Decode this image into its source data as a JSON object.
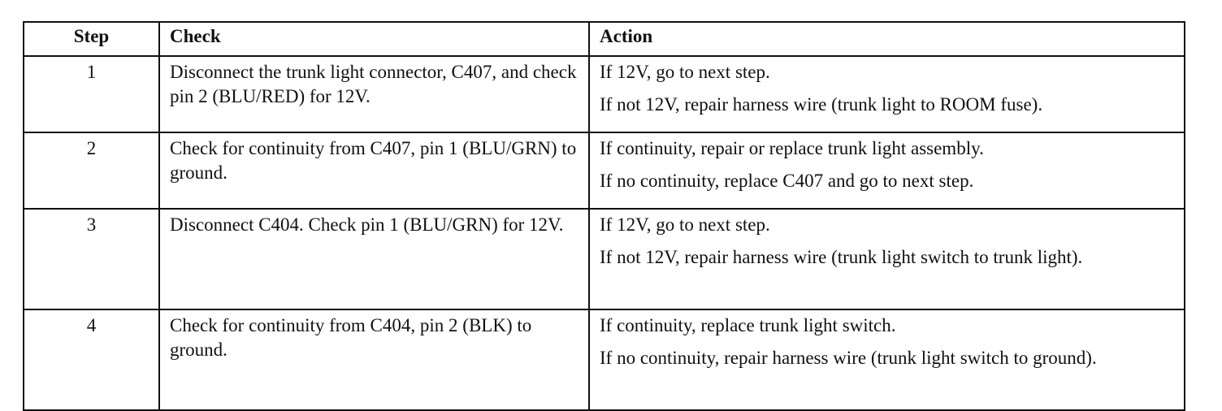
{
  "table": {
    "headers": {
      "step": "Step",
      "check": "Check",
      "action": "Action"
    },
    "rows": [
      {
        "step": "1",
        "check": "Disconnect the trunk light connector, C407, and check pin 2 (BLU/RED) for 12V.",
        "actions": [
          "If 12V, go to next step.",
          "If not 12V, repair harness wire (trunk light to ROOM fuse)."
        ]
      },
      {
        "step": "2",
        "check": "Check for continuity from C407, pin 1 (BLU/GRN) to ground.",
        "actions": [
          "If continuity, repair or replace trunk light assembly.",
          "If no continuity, replace C407 and go to next step."
        ]
      },
      {
        "step": "3",
        "check": "Disconnect C404.  Check pin 1 (BLU/GRN) for 12V.",
        "actions": [
          "If 12V, go to next step.",
          "If not 12V, repair harness wire (trunk light switch to trunk light)."
        ]
      },
      {
        "step": "4",
        "check": "Check for continuity from C404, pin 2 (BLK) to ground.",
        "actions": [
          "If continuity, replace trunk light switch.",
          "If no continuity, repair harness wire (trunk light switch to ground)."
        ]
      }
    ]
  }
}
